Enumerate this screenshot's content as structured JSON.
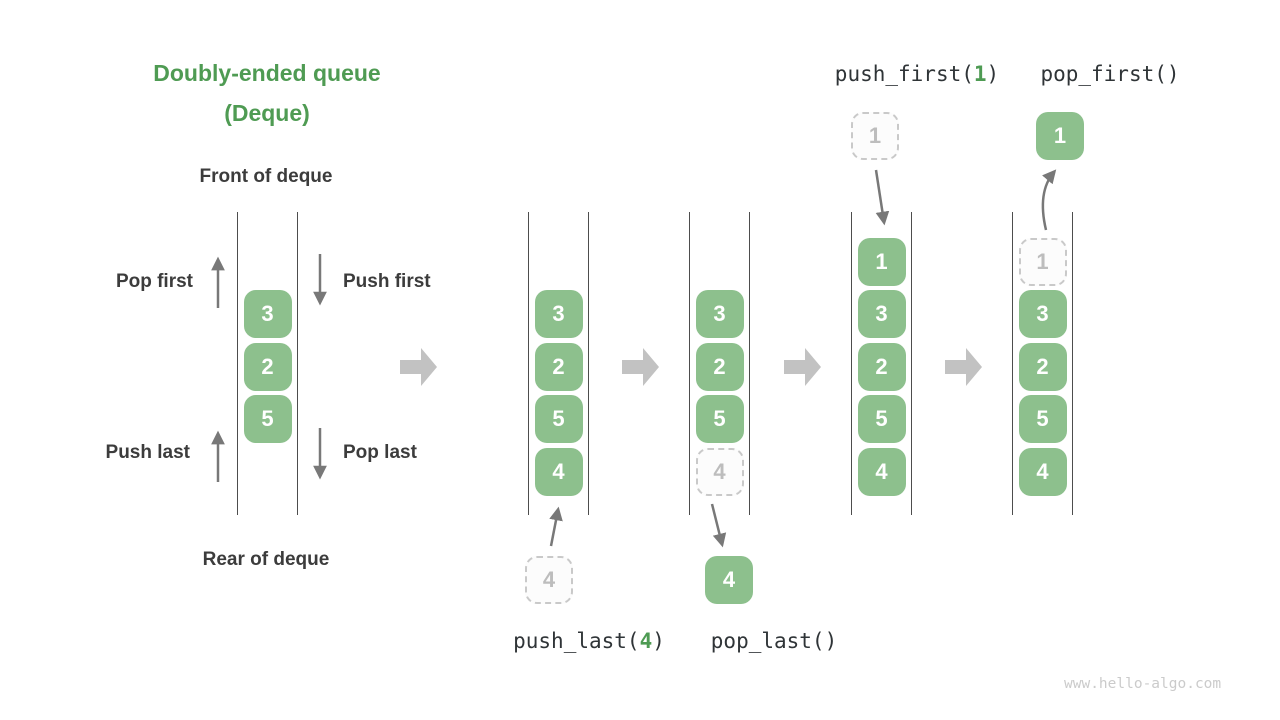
{
  "title": {
    "line1": "Doubly-ended queue",
    "line2": "(Deque)"
  },
  "labels": {
    "front": "Front of deque",
    "rear": "Rear of deque",
    "pop_first": "Pop first",
    "push_first": "Push first",
    "push_last": "Push last",
    "pop_last": "Pop last"
  },
  "ops": {
    "push_first": {
      "pre": "push_first(",
      "arg": "1",
      "post": ")"
    },
    "pop_first_label": "pop_first()",
    "push_last": {
      "pre": "push_last(",
      "arg": "4",
      "post": ")"
    },
    "pop_last_label": "pop_last()"
  },
  "stages": [
    {
      "cells": [
        {
          "v": "3"
        },
        {
          "v": "2"
        },
        {
          "v": "5"
        }
      ]
    },
    {
      "cells": [
        {
          "v": "3"
        },
        {
          "v": "2"
        },
        {
          "v": "5"
        },
        {
          "v": "4"
        }
      ],
      "incoming": {
        "v": "4"
      }
    },
    {
      "cells": [
        {
          "v": "3"
        },
        {
          "v": "2"
        },
        {
          "v": "5"
        },
        {
          "v": "4",
          "ghost": true
        }
      ],
      "outgoing": {
        "v": "4"
      }
    },
    {
      "cells": [
        {
          "v": "1"
        },
        {
          "v": "3"
        },
        {
          "v": "2"
        },
        {
          "v": "5"
        },
        {
          "v": "4"
        }
      ],
      "incoming": {
        "v": "1"
      }
    },
    {
      "cells": [
        {
          "v": "1",
          "ghost": true
        },
        {
          "v": "3"
        },
        {
          "v": "2"
        },
        {
          "v": "5"
        },
        {
          "v": "4"
        }
      ],
      "outgoing": {
        "v": "1"
      }
    }
  ],
  "watermark": "www.hello-algo.com",
  "colors": {
    "cell_green": "#8DC08D",
    "accent_green": "#4E9B53",
    "text_dark": "#3C3C3C",
    "ghost_gray": "#C9C9C9",
    "block_arrow_gray": "#C2C2C2",
    "thin_arrow_gray": "#787878"
  }
}
